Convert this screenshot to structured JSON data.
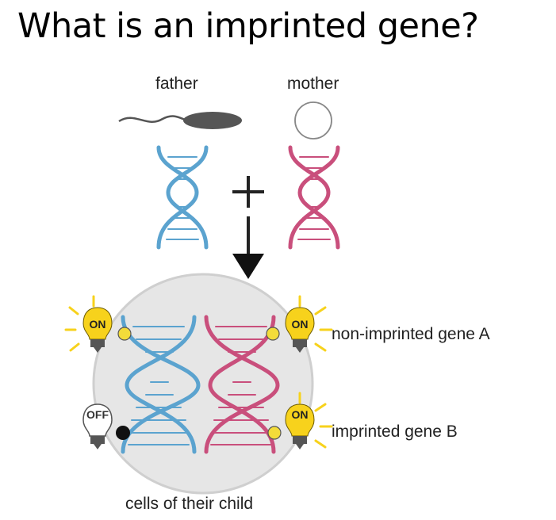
{
  "title": "What is an imprinted gene?",
  "labels": {
    "father": "father",
    "mother": "mother",
    "gene_a": "non-imprinted gene A",
    "gene_b": "imprinted gene B",
    "cells": "cells of their child"
  },
  "bulbs": {
    "on": "ON",
    "off": "OFF"
  },
  "colors": {
    "paternal": "#5ba3cf",
    "maternal": "#c94f7c",
    "bulb_on": "#f7d21c",
    "marker_on": "#f3dc3a",
    "marker_off": "#111111",
    "cell": "#e6e6e6"
  }
}
